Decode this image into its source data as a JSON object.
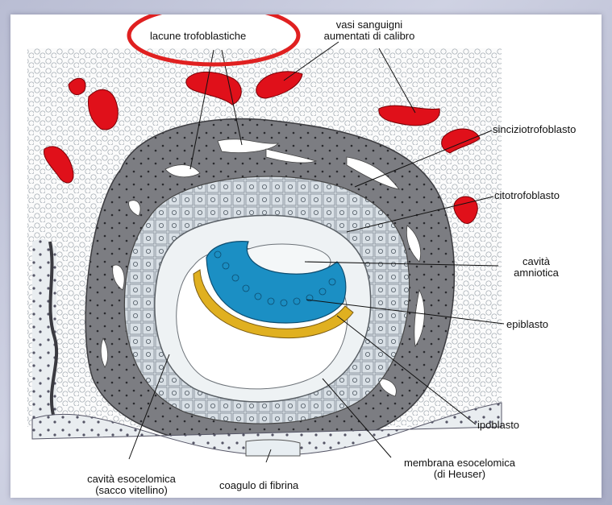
{
  "labels": {
    "lacune": "lacune trofoblastiche",
    "vasi_line1": "vasi sanguigni",
    "vasi_line2": "aumentati di calibro",
    "sincizio": "sinciziotrofoblasto",
    "citotro": "citotrofoblasto",
    "cavita_amn_line1": "cavità",
    "cavita_amn_line2": "amniotica",
    "epiblasto": "epiblasto",
    "ipoblasto": "ipoblasto",
    "membrana_line1": "membrana esocelomica",
    "membrana_line2": "(di Heuser)",
    "coagulo": "coagulo di fibrina",
    "esocel_line1": "cavità esocelomica",
    "esocel_line2": "(sacco vitellino)"
  },
  "colors": {
    "background": "#bcc0d6",
    "blood_vessels": "#e0101a",
    "highlight_ellipse": "#e02020",
    "epiblast": "#1b8fc4",
    "hypoblast": "#e0b020",
    "syncytio": "#7a7a7e",
    "cyto": "#cfd6dc"
  }
}
